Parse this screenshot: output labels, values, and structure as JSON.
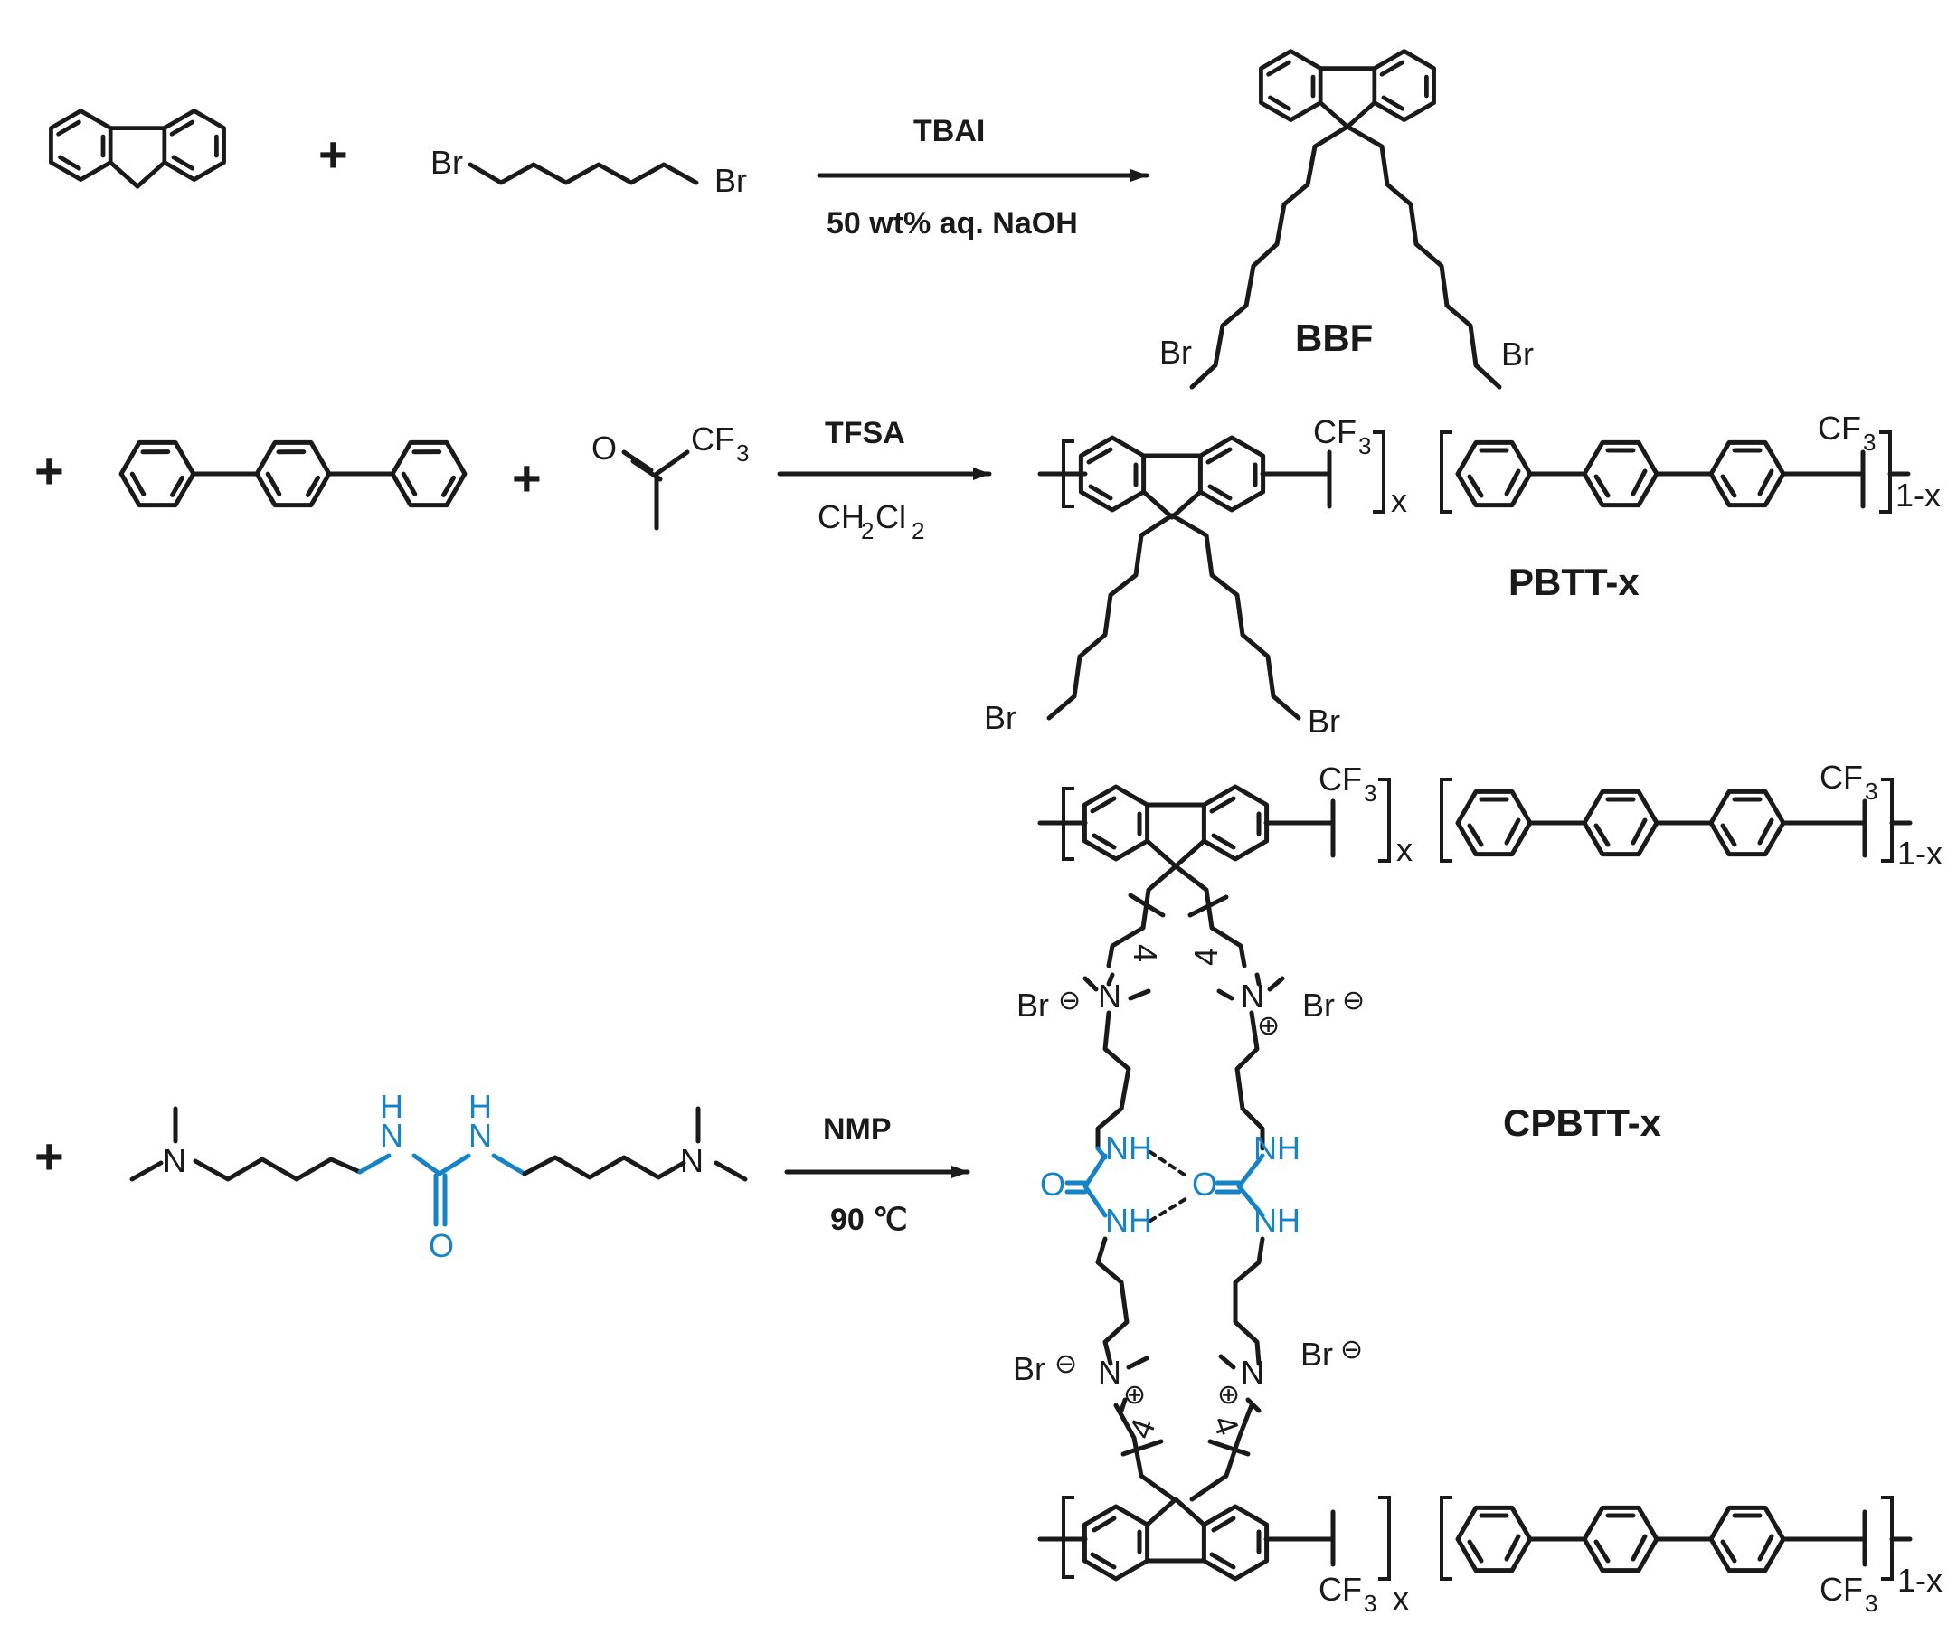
{
  "scheme": {
    "reagents": {
      "dibromohexane_br_left": "Br",
      "dibromohexane_br_right": "Br",
      "ketone_group": "CF",
      "ketone_sub": "3",
      "ketone_o": "O",
      "urea_n_left": "N",
      "urea_n_right": "N",
      "urea_h_left": "H",
      "urea_h_right": "H",
      "urea_nh_left": "N",
      "urea_nh_right": "N",
      "urea_o": "O"
    },
    "plus_sign": "+",
    "steps": [
      {
        "above": "TBAI",
        "below": "50 wt% aq. NaOH"
      },
      {
        "above": "TFSA",
        "below": "CH",
        "below_sub1": "2",
        "below_mid": "Cl",
        "below_sub2": "2"
      },
      {
        "above": "NMP",
        "below": "90 ℃"
      }
    ],
    "products": {
      "bbf": {
        "name": "BBF",
        "br_left": "Br",
        "br_right": "Br"
      },
      "pbtt": {
        "name": "PBTT-x",
        "br_left": "Br",
        "br_right": "Br",
        "cf": "CF",
        "cf_sub": "3",
        "x": "x",
        "one_minus_x": "1-x"
      },
      "cpbtt": {
        "name": "CPBTT-x",
        "cf": "CF",
        "cf_sub": "3",
        "x": "x",
        "one_minus_x": "1-x",
        "spacer_repeat": "4",
        "br_anion": "Br",
        "n_cation": "N",
        "nh": "NH",
        "urea_o": "O",
        "minus": "⊖",
        "plus": "⊕"
      }
    },
    "colors": {
      "bond": "#1a1a1a",
      "urea_highlight": "#1583c6"
    }
  }
}
